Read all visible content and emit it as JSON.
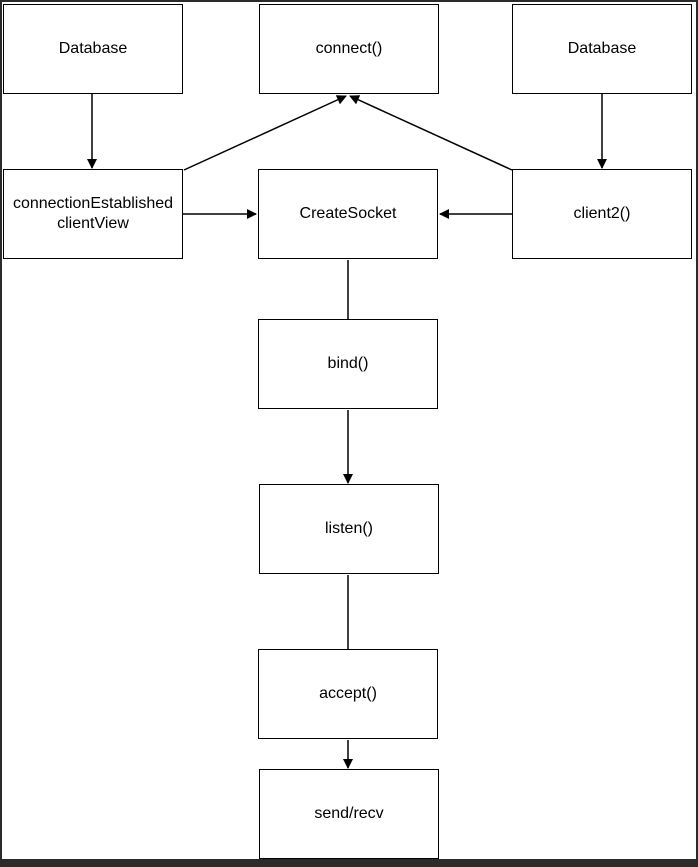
{
  "nodes": {
    "db_left": "Database",
    "connect": "connect()",
    "db_right": "Database",
    "conn_line1": "connectionEstablished",
    "conn_line2": "clientView",
    "create_socket": "CreateSocket",
    "client2": "client2()",
    "bind": "bind()",
    "listen": "listen()",
    "accept": "accept()",
    "send_recv": "send/recv"
  },
  "colors": {
    "stroke": "#000000",
    "background": "#ffffff",
    "frame": "#2b2b2b"
  }
}
